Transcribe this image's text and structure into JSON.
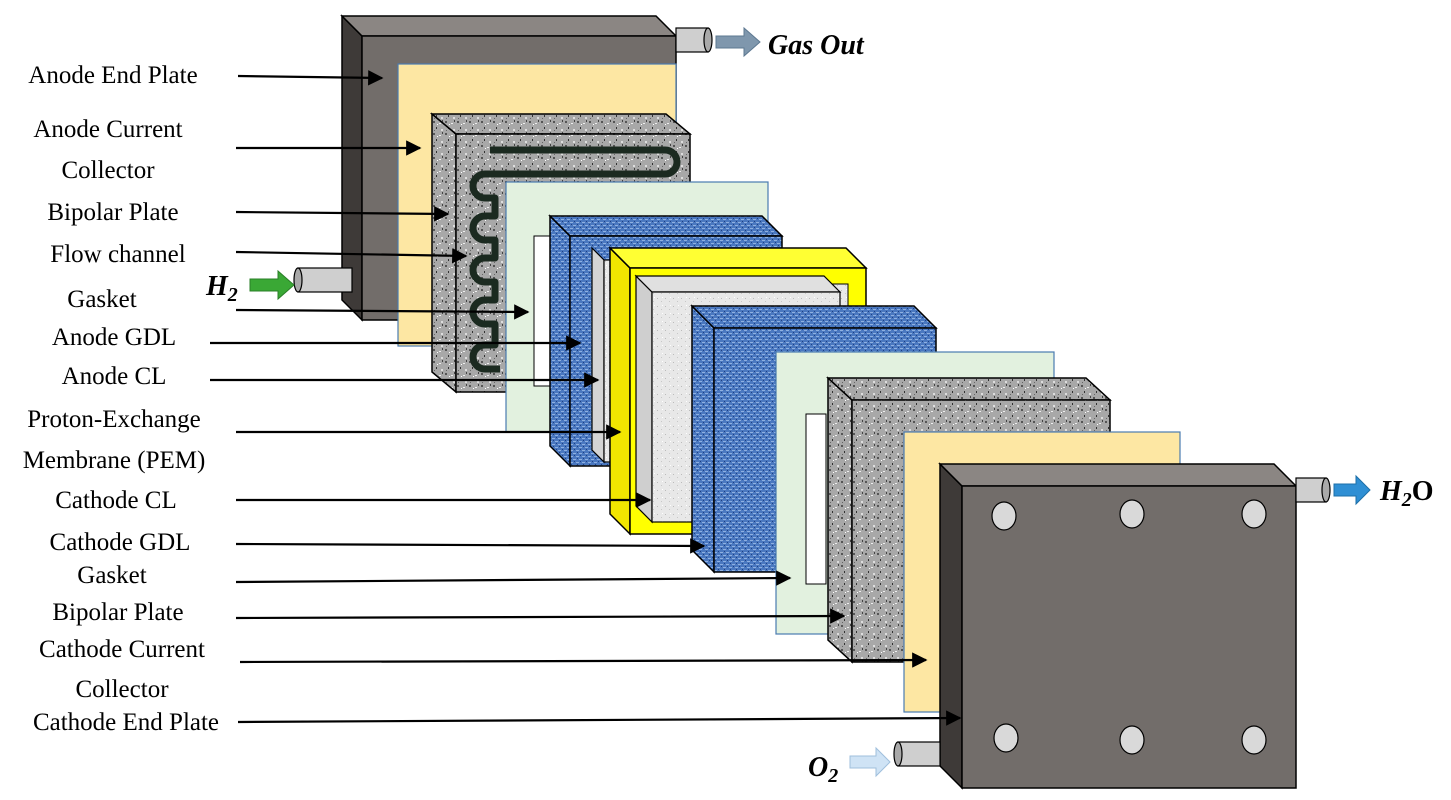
{
  "labels": [
    {
      "id": "anode-end-plate",
      "lines": [
        "Anode End Plate"
      ]
    },
    {
      "id": "anode-current-collector",
      "lines": [
        "Anode Current",
        "Collector"
      ]
    },
    {
      "id": "anode-bipolar-plate",
      "lines": [
        "Bipolar Plate"
      ]
    },
    {
      "id": "flow-channel",
      "lines": [
        "Flow channel"
      ]
    },
    {
      "id": "anode-gasket",
      "lines": [
        "Gasket"
      ]
    },
    {
      "id": "anode-gdl",
      "lines": [
        "Anode GDL"
      ]
    },
    {
      "id": "anode-cl",
      "lines": [
        "Anode CL"
      ]
    },
    {
      "id": "pem",
      "lines": [
        "Proton-Exchange",
        "Membrane (PEM)"
      ]
    },
    {
      "id": "cathode-cl",
      "lines": [
        "Cathode CL"
      ]
    },
    {
      "id": "cathode-gdl",
      "lines": [
        "Cathode GDL"
      ]
    },
    {
      "id": "cathode-gasket",
      "lines": [
        "Gasket"
      ]
    },
    {
      "id": "cathode-bipolar-plate",
      "lines": [
        "Bipolar Plate"
      ]
    },
    {
      "id": "cathode-current-collector",
      "lines": [
        "Cathode Current",
        "Collector"
      ]
    },
    {
      "id": "cathode-end-plate",
      "lines": [
        "Cathode End Plate"
      ]
    }
  ],
  "ports": {
    "gas_out": "Gas Out",
    "h2": {
      "main": "H",
      "sub": "2"
    },
    "h2o": {
      "main": "H",
      "sub": "2",
      "tail": "O"
    },
    "o2": {
      "main": "O",
      "sub": "2"
    }
  },
  "colors": {
    "end_plate": "#726d6a",
    "current_collector": "#fde7a3",
    "bipolar_plate": "#a9a9a9",
    "gasket": "#e2f1df",
    "gdl": "#4a78c0",
    "catalyst_layer": "#e6e6e6",
    "membrane_frame": "#ffff00",
    "arrow_h2": "#3aa835",
    "arrow_gas_out": "#7f97ad",
    "arrow_h2o": "#2f8fd4",
    "arrow_o2": "#cfe3f5"
  }
}
